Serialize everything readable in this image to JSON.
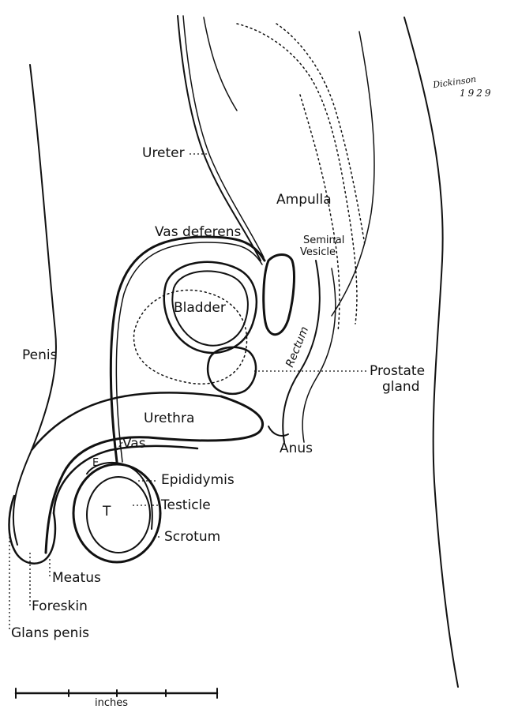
{
  "labels": {
    "ureter": "Ureter",
    "ampulla": "Ampulla",
    "vas_deferens": "Vas deferens",
    "seminal": "Seminal",
    "vesicle": "Vesicle",
    "bladder": "Bladder",
    "rectum": "Rectum",
    "penis": "Penis",
    "prostate": "Prostate",
    "gland": "gland",
    "urethra": "Urethra",
    "vas": "Vas",
    "anus": "Anus",
    "e_marker": "E",
    "epididymis": "Epididymis",
    "t_marker": "T",
    "testicle": "Testicle",
    "scrotum": "Scrotum",
    "meatus": "Meatus",
    "foreskin": "Foreskin",
    "glans_penis": "Glans penis",
    "scale_unit": "inches"
  },
  "signature": {
    "name": "Dickinson",
    "year": "1929"
  },
  "colors": {
    "ink": "#111111",
    "background": "#ffffff"
  }
}
